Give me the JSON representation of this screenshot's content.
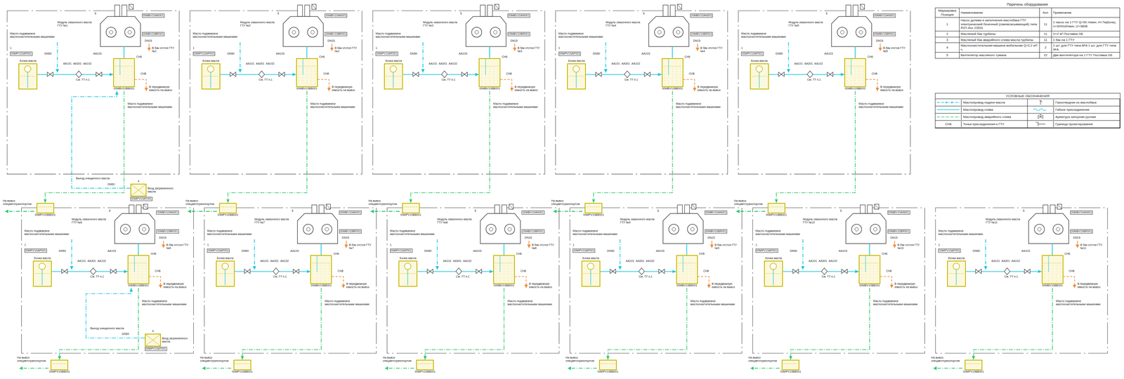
{
  "diagram": {
    "nodes": [
      {
        "text": [
          "Бочка масла"
        ]
      },
      {
        "text": [
          "00MBV10BB001"
        ]
      },
      {
        "text": [
          "00MPV10BB001"
        ]
      },
      {
        "text": [
          "4"
        ]
      },
      {
        "text": [
          "Бочка масла"
        ]
      },
      {
        "text": [
          "00MBV10BB001"
        ]
      },
      {
        "text": [
          "00MPV10BB001"
        ]
      },
      {
        "text": [
          "Бочка масла"
        ]
      },
      {
        "text": [
          "00MBV10BB001"
        ]
      },
      {
        "text": [
          "00MPV10BB001"
        ]
      },
      {
        "text": [
          "Бочка масла"
        ]
      },
      {
        "text": [
          "00MBV10BB001"
        ]
      },
      {
        "text": [
          "00MPV10BB001"
        ]
      },
      {
        "text": [
          "Бочка масла"
        ]
      },
      {
        "text": [
          "00MBV10BB001"
        ]
      },
      {
        "text": [
          "00MPV10BB001"
        ]
      },
      {
        "text": [
          "Бочка масла"
        ]
      },
      {
        "text": [
          "00MBV10BB001"
        ]
      },
      {
        "text": [
          "00MPV10BB001"
        ]
      },
      {
        "text": [
          "4"
        ]
      },
      {
        "text": [
          "Бочка масла"
        ]
      },
      {
        "text": [
          "00MBV10BB001"
        ]
      },
      {
        "text": [
          "00MPV10BB001"
        ]
      },
      {
        "text": [
          "Бочка масла"
        ]
      },
      {
        "text": [
          "00MBV10BB001"
        ]
      },
      {
        "text": [
          "00MPV10BB001"
        ]
      },
      {
        "text": [
          "Бочка масла"
        ]
      },
      {
        "text": [
          "00MBV10BB001"
        ]
      },
      {
        "text": [
          "00MPV10BB001"
        ]
      },
      {
        "text": [
          "Бочка масла"
        ]
      },
      {
        "text": [
          "00MBV10BB001"
        ]
      },
      {
        "text": [
          "00MPV10BB001"
        ]
      },
      {
        "text": [
          "Бочка масла"
        ]
      },
      {
        "text": [
          "00MBV10BB001"
        ]
      },
      {
        "text": [
          "00MPV10BB001"
        ]
      }
    ],
    "edges": [
      {
        "from": 0,
        "to": 1,
        "arrow": "to"
      },
      {
        "from": 1,
        "to": 2,
        "arrow": "to"
      },
      {
        "from": 3,
        "to": 1,
        "arrow": "to"
      },
      {
        "from": 4,
        "to": 5,
        "arrow": "to"
      },
      {
        "from": 5,
        "to": 6,
        "arrow": "to"
      },
      {
        "from": 7,
        "to": 8,
        "arrow": "to"
      },
      {
        "from": 8,
        "to": 9,
        "arrow": "to"
      },
      {
        "from": 10,
        "to": 11,
        "arrow": "to"
      },
      {
        "from": 11,
        "to": 12,
        "arrow": "to"
      },
      {
        "from": 13,
        "to": 14,
        "arrow": "to"
      },
      {
        "from": 14,
        "to": 15,
        "arrow": "to"
      },
      {
        "from": 16,
        "to": 17,
        "arrow": "to"
      },
      {
        "from": 17,
        "to": 18,
        "arrow": "to"
      },
      {
        "from": 19,
        "to": 17,
        "arrow": "to"
      },
      {
        "from": 20,
        "to": 21,
        "arrow": "to"
      },
      {
        "from": 21,
        "to": 22,
        "arrow": "to"
      },
      {
        "from": 23,
        "to": 24,
        "arrow": "to"
      },
      {
        "from": 24,
        "to": 25,
        "arrow": "to"
      },
      {
        "from": 26,
        "to": 27,
        "arrow": "to"
      },
      {
        "from": 27,
        "to": 28,
        "arrow": "to"
      },
      {
        "from": 29,
        "to": 30,
        "arrow": "to"
      },
      {
        "from": 30,
        "to": 31,
        "arrow": "to"
      },
      {
        "from": 32,
        "to": 33,
        "arrow": "to"
      },
      {
        "from": 33,
        "to": 34,
        "arrow": "to"
      }
    ],
    "labels": [
      "5",
      "Модуль смазочного масла ГТУ №1",
      "00MBV10AN001",
      "Масло подаваемое маслоочистительными машинами",
      "1",
      "00MPV10AP001",
      "DN50",
      "AA101",
      "AA301",
      "AA102",
      "AA103",
      "00MBV10BR001",
      "DN15",
      "В бак отстоя ГТУ №1",
      "СН6",
      "СН8",
      "См. ТТ п.1",
      "Масло подаваемое маслоочистительными машинами",
      "В передвижную емкость на вывоз",
      "На вывоз спецавтотранспортом",
      "Выход очищенного масла",
      "DN50",
      "Вход загрязненного масла",
      "00MPV10AT001",
      "5",
      "Модуль смазочного масла ГТУ №2",
      "00MBV10AN001",
      "Масло подаваемое маслоочистительными машинами",
      "1",
      "00MPV10AP001",
      "DN50",
      "AA101",
      "AA301",
      "AA102",
      "AA103",
      "00MBV10BR001",
      "DN15",
      "В бак отстоя ГТУ №2",
      "СН6",
      "СН8",
      "См. ТТ п.1",
      "Масло подаваемое маслоочистительными машинами",
      "В передвижную емкость на вывоз",
      "На вывоз спецавтотранспортом",
      "5",
      "Модуль смазочного масла ГТУ №3",
      "00MBV10AN001",
      "Масло подаваемое маслоочистительными машинами",
      "1",
      "00MPV10AP001",
      "DN50",
      "AA101",
      "AA301",
      "AA102",
      "AA103",
      "00MBV10BR001",
      "DN15",
      "В бак отстоя ГТУ №3",
      "СН6",
      "СН8",
      "См. ТТ п.1",
      "Масло подаваемое маслоочистительными машинами",
      "В передвижную емкость на вывоз",
      "На вывоз спецавтотранспортом",
      "5",
      "Модуль смазочного масла ГТУ №4",
      "00MBV10AN001",
      "Масло подаваемое маслоочистительными машинами",
      "1",
      "00MPV10AP001",
      "DN50",
      "AA101",
      "AA301",
      "AA102",
      "AA103",
      "00MBV10BR001",
      "DN15",
      "В бак отстоя ГТУ №4",
      "СН6",
      "СН8",
      "См. ТТ п.1",
      "Масло подаваемое маслоочистительными машинами",
      "В передвижную емкость на вывоз",
      "На вывоз спецавтотранспортом",
      "5",
      "Модуль смазочного масла ГТУ №5",
      "00MBV10AN001",
      "Масло подаваемое маслоочистительными машинами",
      "1",
      "00MPV10AP001",
      "DN50",
      "AA101",
      "AA301",
      "AA102",
      "AA103",
      "00MBV10BR001",
      "DN15",
      "В бак отстоя ГТУ №5",
      "СН6",
      "СН8",
      "См. ТТ п.1",
      "Масло подаваемое маслоочистительными машинами",
      "В передвижную емкость на вывоз",
      "На вывоз спецавтотранспортом",
      "5",
      "Модуль смазочного масла ГТУ №6",
      "00MBV10AN001",
      "Масло подаваемое маслоочистительными машинами",
      "1",
      "00MPV10AP001",
      "DN50",
      "AA101",
      "AA301",
      "AA102",
      "AA103",
      "00MBV10BR001",
      "DN15",
      "В бак отстоя ГТУ №6",
      "СН6",
      "СН8",
      "См. ТТ п.1",
      "Масло подаваемое маслоочистительными машинами",
      "В передвижную емкость на вывоз",
      "На вывоз спецавтотранспортом",
      "Выход очищенного масла",
      "DN50",
      "Вход загрязненного масла",
      "00MPV10AT001",
      "5",
      "Модуль смазочного масла ГТУ №7",
      "00MBV10AN001",
      "Масло подаваемое маслоочистительными машинами",
      "1",
      "00MPV10AP001",
      "DN50",
      "AA101",
      "AA301",
      "AA102",
      "AA103",
      "00MBV10BR001",
      "DN15",
      "В бак отстоя ГТУ №7",
      "СН6",
      "СН8",
      "См. ТТ п.1",
      "Масло подаваемое маслоочистительными машинами",
      "В передвижную емкость на вывоз",
      "На вывоз спецавтотранспортом",
      "5",
      "Модуль смазочного масла ГТУ №8",
      "00MBV10AN001",
      "Масло подаваемое маслоочистительными машинами",
      "1",
      "00MPV10AP001",
      "DN50",
      "AA101",
      "AA301",
      "AA102",
      "AA103",
      "00MBV10BR001",
      "DN15",
      "В бак отстоя ГТУ №8",
      "СН6",
      "СН8",
      "См. ТТ п.1",
      "Масло подаваемое маслоочистительными машинами",
      "В передвижную емкость на вывоз",
      "На вывоз спецавтотранспортом",
      "5",
      "Модуль смазочного масла ГТУ №9",
      "00MBV10AN001",
      "Масло подаваемое маслоочистительными машинами",
      "1",
      "00MPV10AP001",
      "DN50",
      "AA101",
      "AA301",
      "AA102",
      "AA103",
      "00MBV10BR001",
      "DN15",
      "В бак отстоя ГТУ №9",
      "СН6",
      "СН8",
      "См. ТТ п.1",
      "Масло подаваемое маслоочистительными машинами",
      "В передвижную емкость на вывоз",
      "На вывоз спецавтотранспортом",
      "5",
      "Модуль смазочного масла ГТУ №10",
      "00MBV10AN001",
      "Масло подаваемое маслоочистительными машинами",
      "1",
      "00MPV10AP001",
      "DN50",
      "AA101",
      "AA301",
      "AA102",
      "AA103",
      "00MBV10BR001",
      "DN15",
      "В бак отстоя ГТУ №10",
      "СН6",
      "СН8",
      "См. ТТ п.1",
      "Масло подаваемое маслоочистительными машинами",
      "В передвижную емкость на вывоз",
      "На вывоз спецавтотранспортом",
      "5",
      "Модуль смазочного масла ГТУ №11",
      "00MBV10AN001",
      "Масло подаваемое маслоочистительными машинами",
      "1",
      "00MPV10AP001",
      "DN50",
      "AA101",
      "AA301",
      "AA102",
      "AA103",
      "00MBV10BR001",
      "DN15",
      "В бак отстоя ГТУ №11",
      "СН6",
      "СН8",
      "См. ТТ п.1",
      "Масло подаваемое маслоочистительными машинами",
      "В передвижную емкость на вывоз",
      "На вывоз спецавтотранспортом",
      "Перечень оборудования",
      "Маркировка Позиция",
      "Наименование",
      "Кол",
      "Примечание",
      "1",
      "Насос долива и заполнения маслобака ГТУ электрический бочечный (самовсасывающий) типа RST-Axx 23531",
      "11",
      "1 насос на 1 ГТУ Q=50 л/мин, H=7м(Бочк), n=3000об/мин, U=380В",
      "2",
      "Масляный бак турбины",
      "11",
      "V=2 м³ Поставка GE",
      "3",
      "Масляный бак аварийного слива масла турбины",
      "11",
      "1 бак на 1 ГТУ",
      "4",
      "Маслоочистительная машина мобильная Q=2,2 м³/ч",
      "2",
      "1 шт. для ГТУ типа 6FA 1 шт. для ГТУ типа 9FA",
      "5",
      "Вентилятор масляного тумана",
      "22",
      "Два вентилятора на 1 ГТУ Поставка GE",
      "УСЛОВНЫЕ ОБОЗНАЧЕНИЯ",
      "СН8"
    ],
    "legend": [
      {
        "text": "Маслопровод подачи масла"
      },
      {
        "text": "Газоотводчик из маслобака"
      },
      {
        "text": "Маслопровод слива"
      },
      {
        "text": "Гибкое присоединение"
      },
      {
        "text": "Маслопровод аварийного слива"
      },
      {
        "text": "Арматура запорная ручная"
      },
      {
        "text": "Точка присоединения к ГТУ"
      },
      {
        "text": "Граница проектирования"
      }
    ]
  }
}
